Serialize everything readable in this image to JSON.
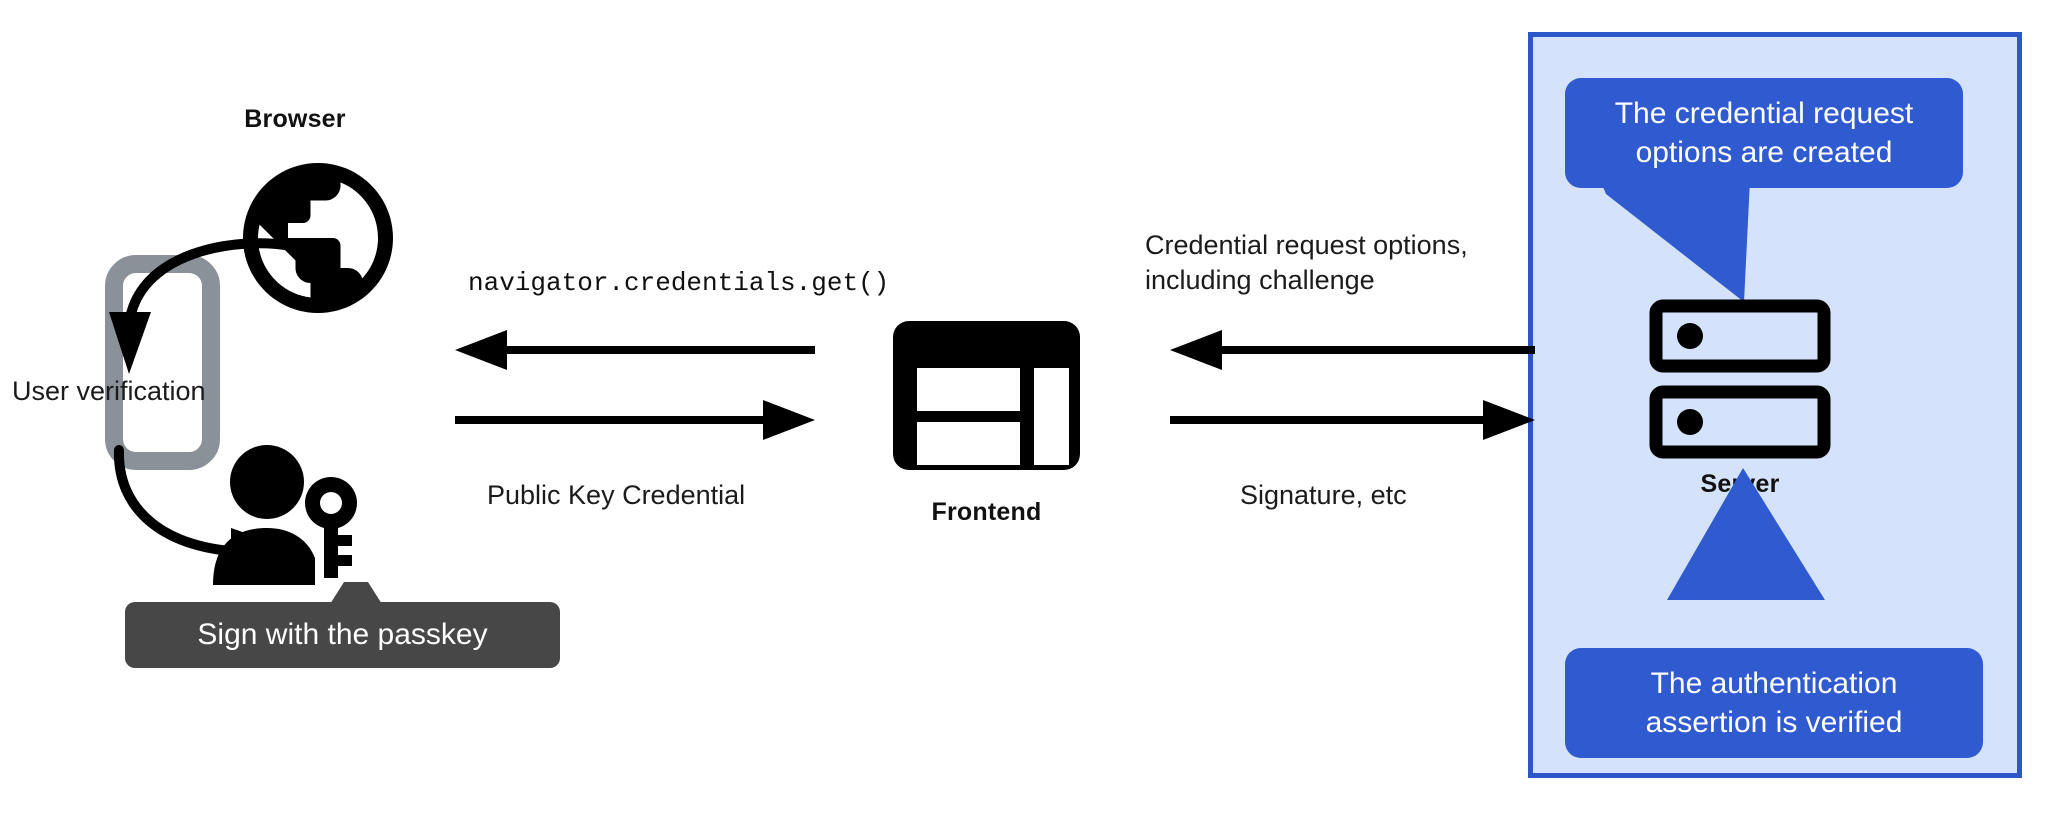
{
  "diagram": {
    "title_visible": false,
    "background": "#ffffff"
  },
  "colors": {
    "panel_fill": "#d4e2fb",
    "panel_border": "#2b57c9",
    "callout_blue": "#2f5ad0",
    "tooltip_dark": "#474747",
    "icon_black": "#000000",
    "phone_gray": "#8a9199",
    "text_dark": "#1b1b1b"
  },
  "client": {
    "browser_label": "Browser",
    "browser_icon": "globe-icon",
    "phone_icon": "smartphone-icon",
    "user_verification_label": "User verification",
    "person_key_icon": "person-with-key-icon",
    "passkey_tooltip": "Sign with the passkey",
    "arrow_to_phone": "curved-arrow-down-icon",
    "arrow_to_person": "curved-arrow-down-icon"
  },
  "frontend": {
    "label": "Frontend",
    "icon": "web-layout-icon"
  },
  "server": {
    "label": "Server",
    "icon": "server-racks-icon",
    "callout_top": "The credential request\noptions are created",
    "callout_top_lines": [
      "The credential request",
      "options are created"
    ],
    "callout_bottom": "The authentication\nassertion is verified",
    "callout_bottom_lines": [
      "The authentication",
      "assertion is verified"
    ]
  },
  "flows": {
    "browser_to_frontend_top": {
      "label": "navigator.credentials.get()",
      "direction": "left",
      "style": "monospace"
    },
    "browser_to_frontend_bottom": {
      "label": "Public Key Credential",
      "direction": "right",
      "style": "sans"
    },
    "server_to_frontend_top": {
      "label_line1": "Credential request options,",
      "label_line2": "including challenge",
      "direction": "left",
      "style": "sans"
    },
    "frontend_to_server_bottom": {
      "label": "Signature, etc",
      "direction": "right",
      "style": "sans"
    }
  }
}
